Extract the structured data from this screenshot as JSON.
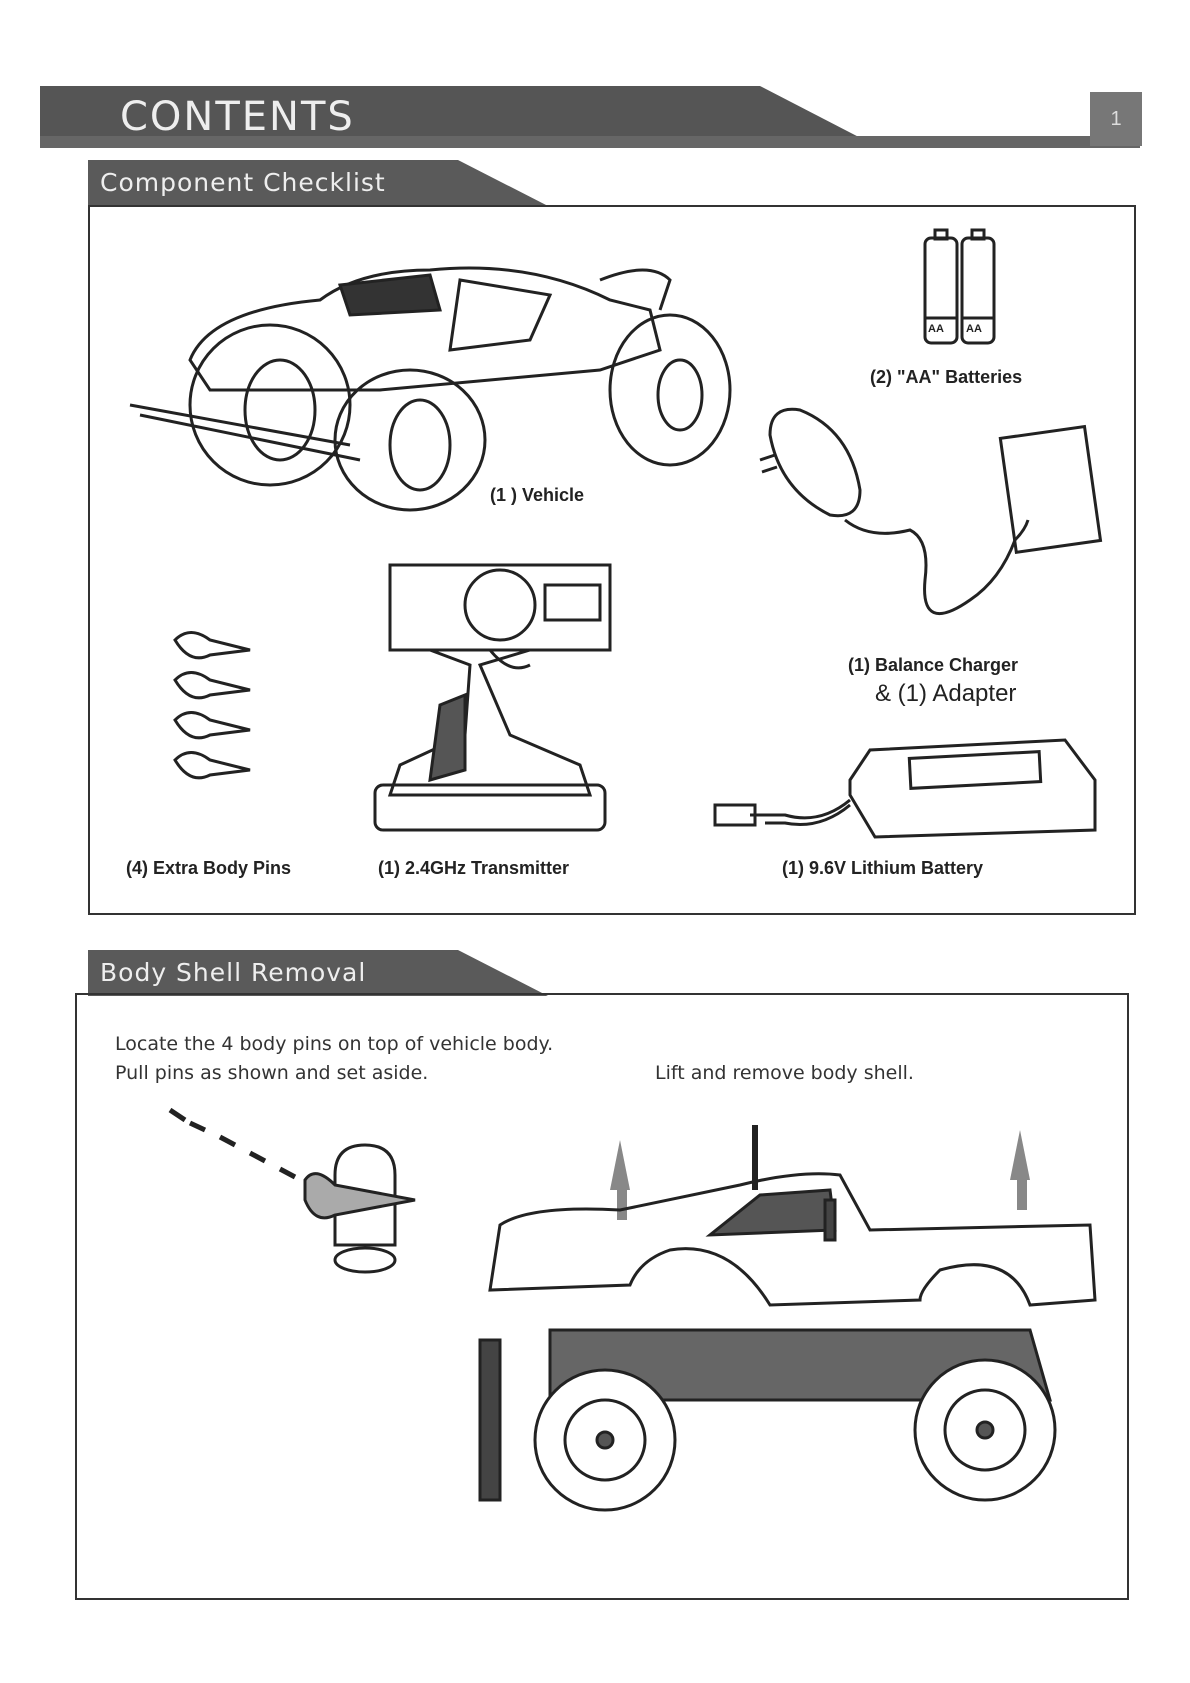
{
  "header": {
    "title": "CONTENTS",
    "page_number": "1"
  },
  "checklist": {
    "title": "Component Checklist",
    "items": {
      "vehicle": "(1 ) Vehicle",
      "batteries": "(2) \"AA\" Batteries",
      "battery_marking": "AA",
      "charger_line1": "(1) Balance Charger",
      "charger_line2": "& (1) Adapter",
      "pins": "(4) Extra Body Pins",
      "transmitter": "(1) 2.4GHz Transmitter",
      "lipo": "(1) 9.6V Lithium Battery"
    }
  },
  "removal": {
    "title": "Body Shell Removal",
    "step1_line1": "Locate the 4 body pins on top of vehicle body.",
    "step1_line2": "Pull pins as shown and set aside.",
    "step2": "Lift and remove body shell."
  }
}
